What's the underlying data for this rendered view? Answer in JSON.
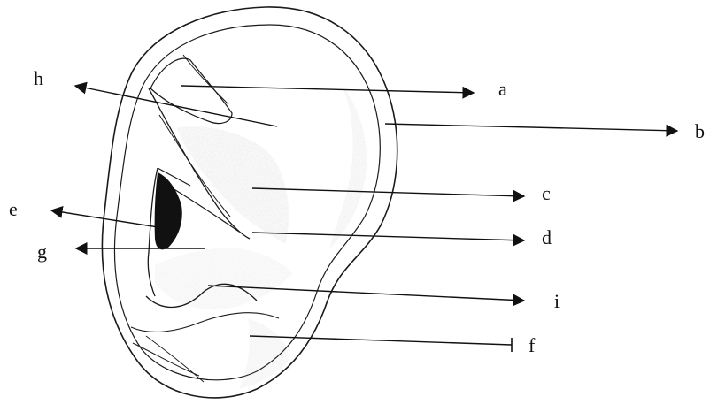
{
  "diagram": {
    "labels": {
      "a": "a",
      "b": "b",
      "c": "c",
      "d": "d",
      "e": "e",
      "f": "f",
      "g": "g",
      "h": "h",
      "i": "i"
    },
    "colors": {
      "ink": "#1a1a1a",
      "shade": "#6b6b6b",
      "dark": "#111111"
    }
  }
}
